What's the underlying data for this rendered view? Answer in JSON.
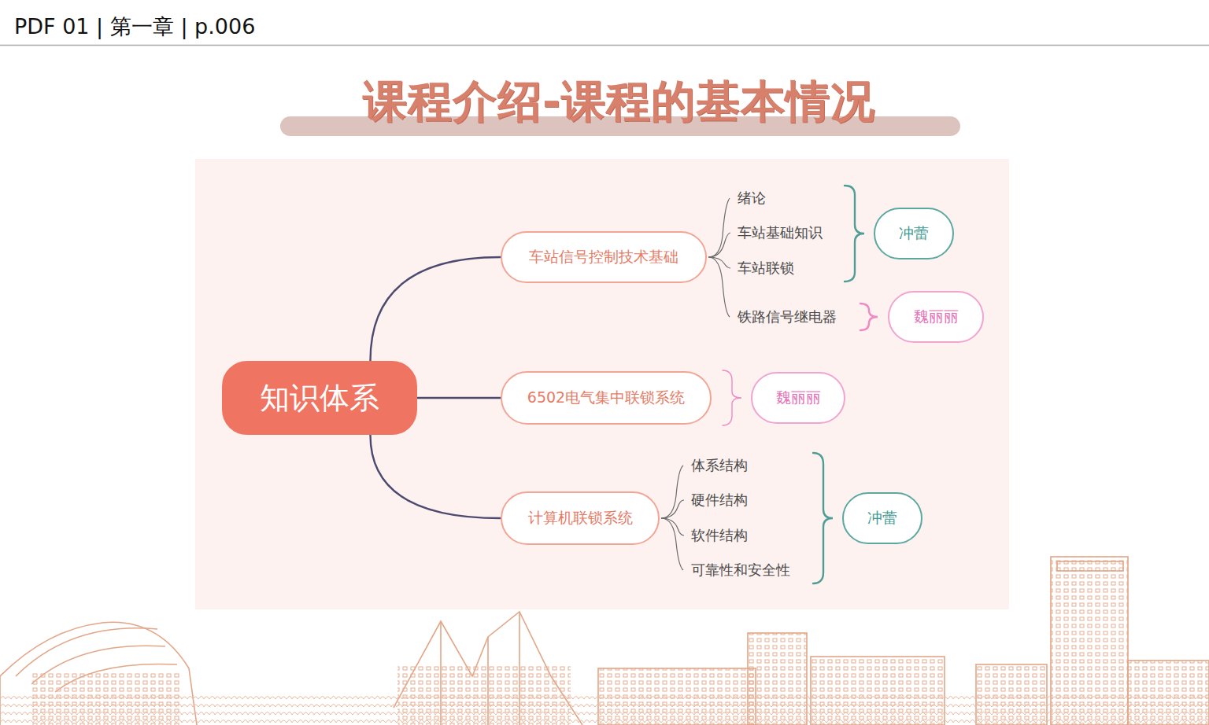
{
  "diagram": {
    "title": "课程介绍-课程的基本情况",
    "nodes": [
      {
        "text": [
          "知识体系"
        ]
      },
      {
        "text": [
          "车站信号控制技术基础"
        ]
      },
      {
        "text": [
          "6502电气集中联锁系统"
        ]
      },
      {
        "text": [
          "计算机联锁系统"
        ]
      },
      {
        "text": [
          "冲蕾"
        ]
      },
      {
        "text": [
          "魏丽丽"
        ]
      },
      {
        "text": [
          "魏丽丽"
        ]
      },
      {
        "text": [
          "冲蕾"
        ]
      }
    ],
    "edges": [
      {
        "from": 0,
        "to": 1,
        "arrow": "none"
      },
      {
        "from": 0,
        "to": 2,
        "arrow": "none"
      },
      {
        "from": 0,
        "to": 3,
        "arrow": "none"
      }
    ],
    "labels": [
      "PDF 01 | 第一章 | p.006",
      "绪论",
      "车站基础知识",
      "车站联锁",
      "铁路信号继电器",
      "体系结构",
      "硬件结构",
      "软件结构",
      "可靠性和安全性"
    ]
  }
}
